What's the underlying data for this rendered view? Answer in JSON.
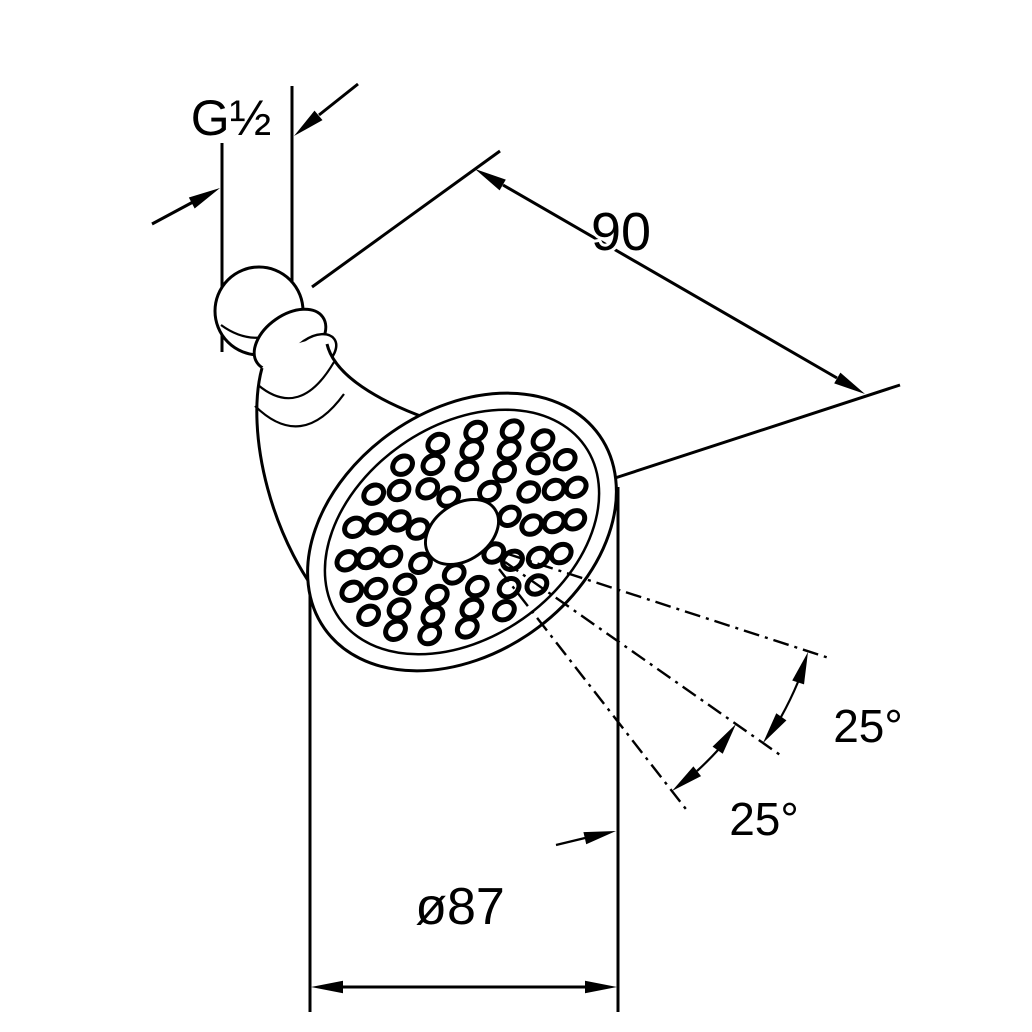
{
  "page": {
    "background": "#ffffff",
    "line_color": "#000000"
  },
  "drawing": {
    "subject": "overhead shower head - dimensional technical drawing",
    "labels": {
      "thread": "G½",
      "length": "90",
      "diameter": "ø87",
      "angle_upper": "25°",
      "angle_lower": "25°"
    },
    "values": {
      "thread_size": "G½",
      "length_mm": 90,
      "head_diameter_mm": 87,
      "spray_adjust_angles_deg": [
        25,
        25
      ]
    }
  }
}
